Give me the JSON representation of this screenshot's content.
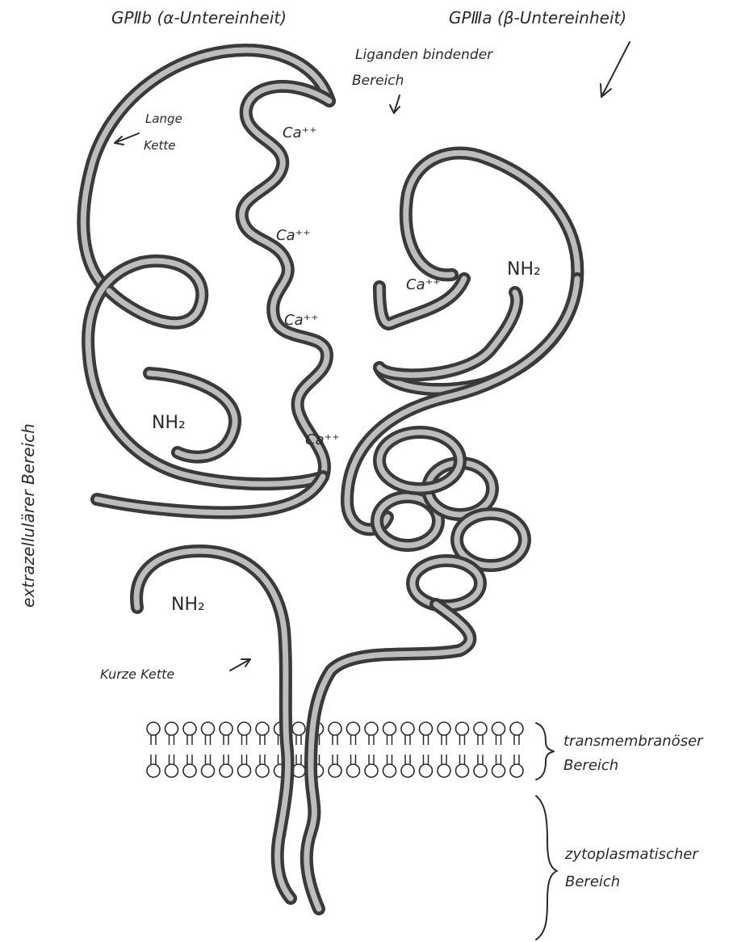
{
  "labels": {
    "alpha_subunit": "GPⅡb (α-Untereinheit)",
    "beta_subunit": "GPⅢa (β-Untereinheit)",
    "ligand_region_line1": "Liganden bindender",
    "ligand_region_line2": "Bereich",
    "long_chain_line1": "Lange",
    "long_chain_line2": "Kette",
    "short_chain": "Kurze Kette",
    "extracellular": "extrazellulärer Bereich",
    "transmembrane_line1": "transmembranöser",
    "transmembrane_line2": "Bereich",
    "cytoplasmic_line1": "zytoplasmatischer",
    "cytoplasmic_line2": "Bereich",
    "nh2_alpha": "NH₂",
    "nh2_beta": "NH₂",
    "nh2_short": "NH₂",
    "ca_1": "Ca⁺⁺",
    "ca_2": "Ca⁺⁺",
    "ca_3": "Ca⁺⁺",
    "ca_4": "Ca⁺⁺",
    "ca_5": "Ca⁺⁺"
  },
  "colors": {
    "ink": "#2a2a2a",
    "ribbon_outline": "#3a3a3a",
    "ribbon_fill": "#bdbdbd",
    "background": "#ffffff"
  }
}
